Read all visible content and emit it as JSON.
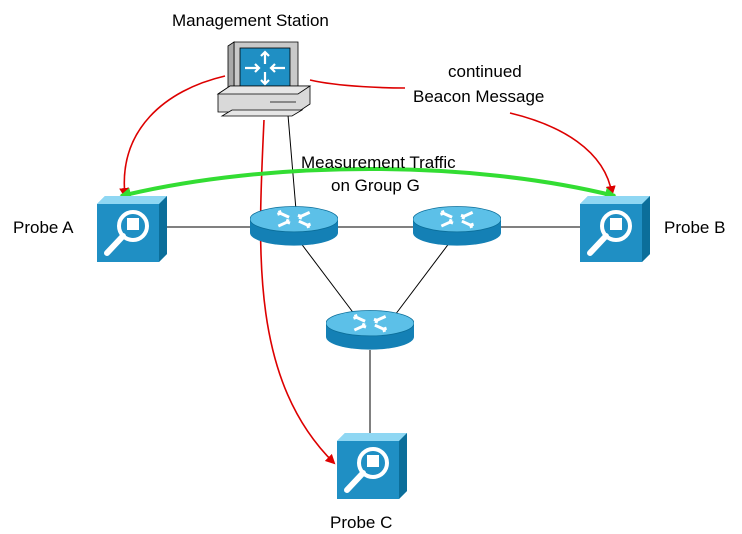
{
  "labels": {
    "management_station": "Management Station",
    "beacon_line1": "continued",
    "beacon_line2": "Beacon Message",
    "traffic_line1": "Measurement Traffic",
    "traffic_line2": "on Group G",
    "probe_a": "Probe A",
    "probe_b": "Probe B",
    "probe_c": "Probe C"
  },
  "colors": {
    "beacon_arrow": "#dd0000",
    "measurement_traffic": "#33dd33",
    "device_blue": "#1f8fc4",
    "link": "#000000"
  },
  "icons": {
    "station": "management-workstation-icon",
    "router": "router-icon",
    "probe": "probe-magnifier-icon"
  }
}
